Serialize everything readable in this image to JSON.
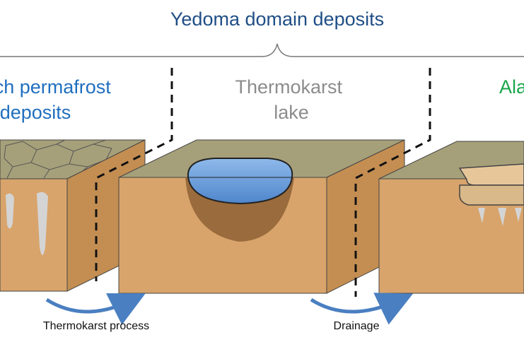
{
  "header": {
    "title": "Yedoma domain deposits"
  },
  "stages": [
    {
      "label_lines": [
        "ch permafrost",
        "deposits"
      ],
      "color": "#1f6fbf"
    },
    {
      "label_lines": [
        "Thermokarst",
        "lake"
      ],
      "color": "#8c8c8c"
    },
    {
      "label_lines": [
        "Ala"
      ],
      "color": "#1aa64a"
    }
  ],
  "processes": [
    {
      "label": "Thermokarst process"
    },
    {
      "label": "Drainage"
    }
  ],
  "colors": {
    "title": "#1f4e86",
    "soil_front": "#d8a46b",
    "soil_side": "#c48e52",
    "surface": "#a6a07a",
    "surface_dark": "#8f8a66",
    "lake_water": "#5b93d6",
    "lake_basin": "#9a6b3c",
    "ice_wedge": "#d4d4d4",
    "arrow": "#4a7fc1",
    "bracket": "#777777"
  }
}
